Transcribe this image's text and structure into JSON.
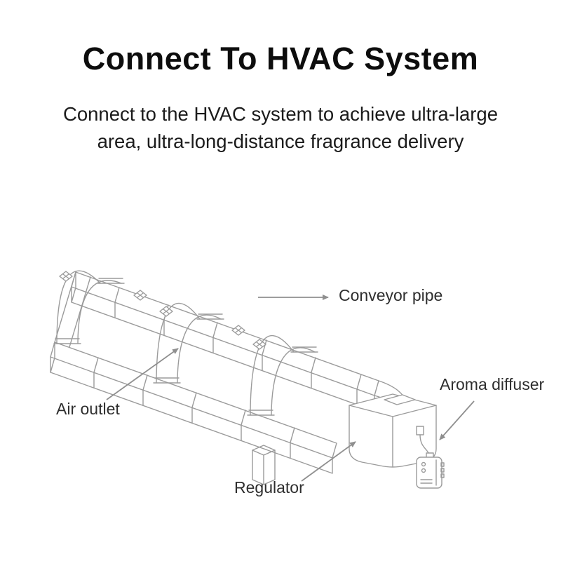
{
  "header": {
    "title": "Connect To HVAC System",
    "subtitle_line1": "Connect to the HVAC system to achieve ultra-large",
    "subtitle_line2": "area, ultra-long-distance fragrance delivery"
  },
  "diagram": {
    "labels": {
      "conveyor_pipe": "Conveyor pipe",
      "air_outlet": "Air outlet",
      "aroma_diffuser": "Aroma diffuser",
      "regulator": "Regulator"
    }
  },
  "colors": {
    "background": "#ffffff",
    "line": "#9b9b9b",
    "arrow": "#8f8f8f",
    "title_text": "#0d0d0d",
    "label_text": "#2e2e2e"
  }
}
